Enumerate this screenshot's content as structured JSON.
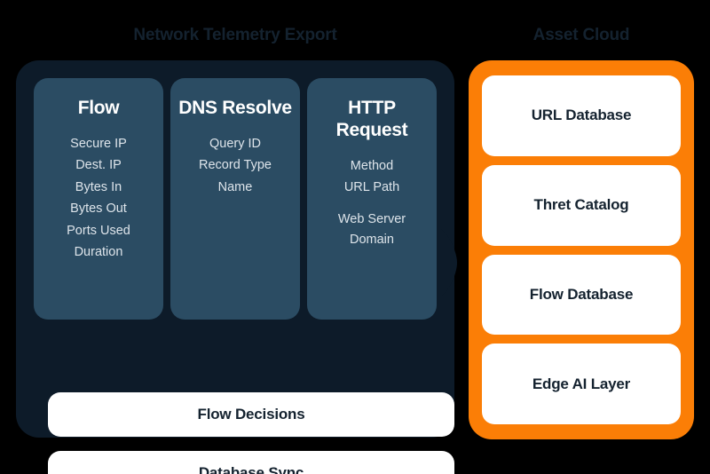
{
  "diagram": {
    "background_color": "#000000",
    "accent_orange": "#fb7e06",
    "panel_dark": "#0d1b29",
    "card_slate": "#2b4c63"
  },
  "left_panel": {
    "title": "Network Telemetry Export",
    "schemas": [
      {
        "title": "Flow",
        "fields": [
          "Secure IP",
          "Dest. IP",
          "Bytes In",
          "Bytes Out",
          "Ports Used",
          "Duration"
        ]
      },
      {
        "title": "DNS Resolve",
        "fields": [
          "Query ID",
          "Record Type",
          "Name"
        ]
      },
      {
        "title": "HTTP Request",
        "fields": [
          "Method",
          "URL Path"
        ],
        "fields_extra": "Web Server\nDomain"
      }
    ],
    "bars": [
      {
        "label": "Flow Decisions"
      },
      {
        "label": "Database Sync"
      }
    ]
  },
  "right_panel": {
    "title": "Asset Cloud",
    "cards": [
      {
        "label": "URL Database"
      },
      {
        "label": "Thret Catalog"
      },
      {
        "label": "Flow Database"
      },
      {
        "label": "Edge AI Layer"
      }
    ]
  }
}
